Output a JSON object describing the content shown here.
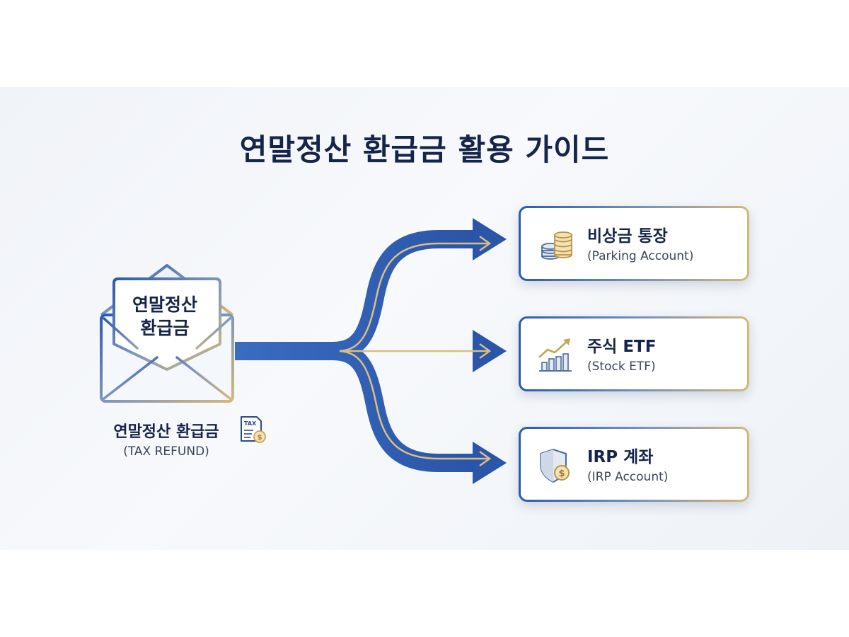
{
  "title": "연말정산 환급금 활용 가이드",
  "source": {
    "envelope_line1": "연말정산",
    "envelope_line2": "환급금",
    "label": "연말정산 환급금",
    "sublabel": "(TAX REFUND)",
    "doc_text": "TAX",
    "coin_symbol": "$"
  },
  "targets": [
    {
      "name": "비상금 통장",
      "sub": "(Parking Account)",
      "icon": "coin-stack-icon"
    },
    {
      "name": "주식 ETF",
      "sub": "(Stock ETF)",
      "icon": "growth-chart-icon"
    },
    {
      "name": "IRP 계좌",
      "sub": "(IRP Account)",
      "icon": "shield-dollar-icon",
      "coin_symbol": "$"
    }
  ],
  "colors": {
    "navy": "#15254a",
    "arrow_blue": "#2f5fb5",
    "gold": "#d4b878"
  }
}
